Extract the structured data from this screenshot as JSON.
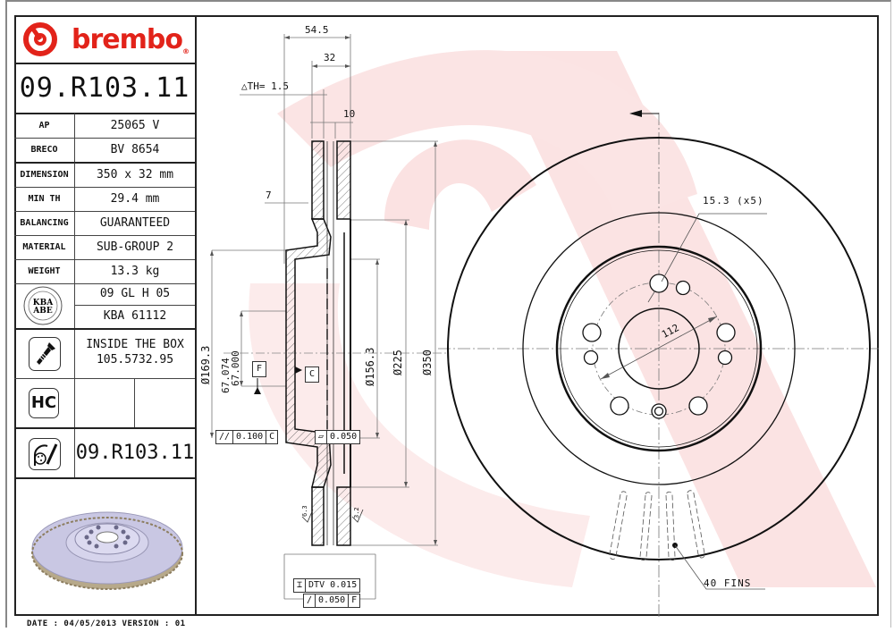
{
  "brand": {
    "name": "brembo",
    "registered": "®",
    "color": "#e2231a"
  },
  "part_number": "09.R103.11",
  "specs": [
    {
      "label": "AP",
      "value": "25065 V"
    },
    {
      "label": "BRECO",
      "value": "BV 8654"
    },
    {
      "label": "DIMENSION",
      "value": "350 x 32 mm"
    },
    {
      "label": "MIN TH",
      "value": "29.4 mm"
    },
    {
      "label": "BALANCING",
      "value": "GUARANTEED"
    },
    {
      "label": "MATERIAL",
      "value": "SUB-GROUP 2"
    },
    {
      "label": "WEIGHT",
      "value": "13.3 kg"
    }
  ],
  "approval": {
    "icon_text_line1": "KBA",
    "icon_text_line2": "ABE",
    "code1": "09 GL H 05",
    "code2": "KBA 61112"
  },
  "screw": {
    "line1": "INSIDE THE BOX",
    "line2": "105.5732.95"
  },
  "hc": {
    "label": "HC"
  },
  "part_number_bottom": "09.R103.11",
  "footer": {
    "date_text": "DATE : 04/05/2013 VERSION : 01"
  },
  "section_view": {
    "dim_total_width": "54.5",
    "dim_thickness": "32",
    "delta_th": "△TH= 1.5",
    "dim_10": "10",
    "dim_7": "7",
    "dia_169": "Ø169.3",
    "dia_67": "Ø67.074 / 67.000",
    "dia_67_upper": "67.074",
    "dia_67_lower": "67.000",
    "dia_156": "Ø156.3",
    "dia_225": "Ø225",
    "dia_350": "Ø350",
    "datum_f": "F",
    "datum_c": "C",
    "tol_parallel": {
      "symbol": "//",
      "value": "0.100",
      "datum": "C"
    },
    "tol_flatness": {
      "symbol": "▱",
      "value": "0.050"
    },
    "tol_dtv": {
      "symbol": "⌶",
      "value": "DTV 0.015"
    },
    "tol_runout": {
      "symbol": "/",
      "value": "0.050",
      "datum": "F"
    },
    "roughness_left": "6.3",
    "roughness_right": "3.2"
  },
  "front_view": {
    "bolt_hole_label": "15.3 (x5)",
    "pcd_label": "112",
    "fins_label": "40 FINS"
  }
}
